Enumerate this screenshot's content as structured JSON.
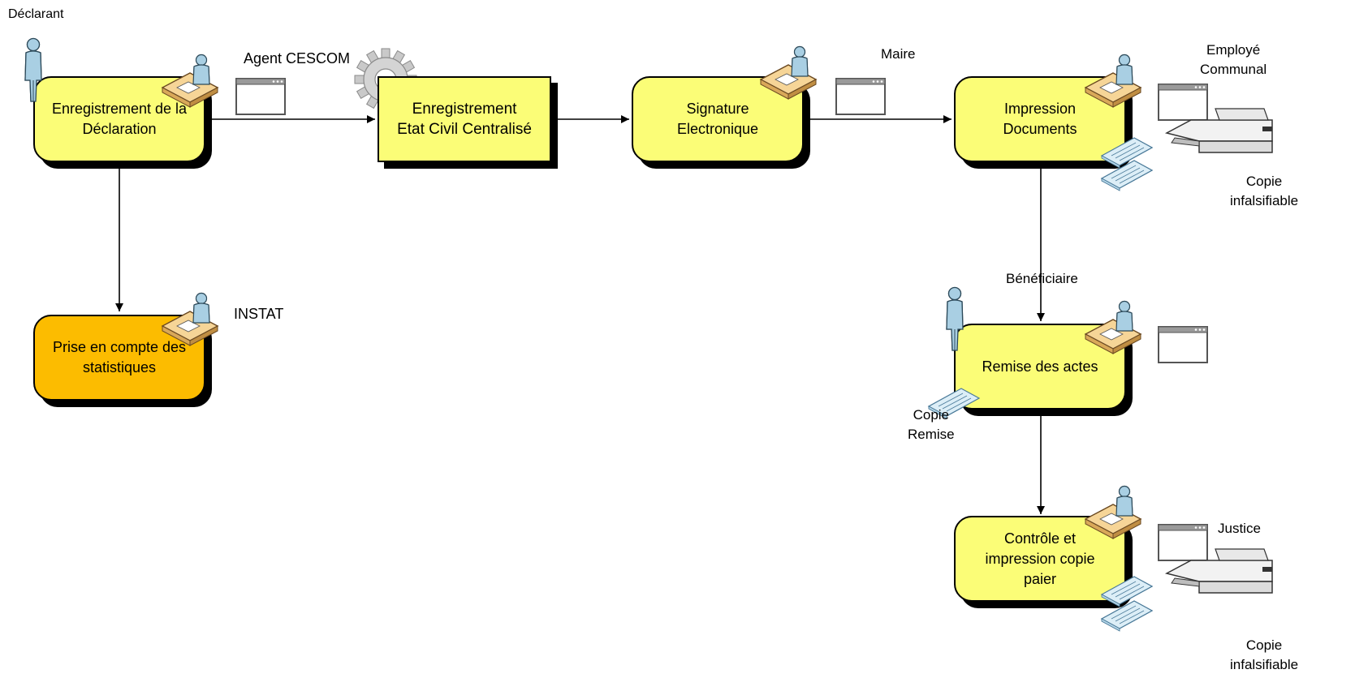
{
  "colors": {
    "process": "#fbfd77",
    "process_highlight": "#fcbc00",
    "person": "#a9cfe3",
    "desk": "#f6d597",
    "gear": "#c9c9c9",
    "paper": "#dceef7"
  },
  "actors": {
    "declarant": "Déclarant",
    "agent": "Agent CESCOM",
    "instat": "INSTAT",
    "maire": "Maire",
    "employe": "Employé\nCommunal",
    "beneficiaire": "Bénéficiaire",
    "justice": "Justice"
  },
  "nodes": {
    "enregistrement_declaration": "Enregistrement de la\nDéclaration",
    "etat_civil": "Enregistrement\nEtat Civil Centralisé",
    "signature": "Signature\nElectronique",
    "impression": "Impression\nDocuments",
    "statistiques": "Prise en compte des\nstatistiques",
    "remise": "Remise des actes",
    "controle": "Contrôle et\nimpression copie\npaier"
  },
  "documents": {
    "copie_infalsifiable_1": "Copie\ninfalsifiable",
    "copie_remise": "Copie\nRemise",
    "copie_infalsifiable_2": "Copie\ninfalsifiable"
  },
  "icons": [
    "person-icon",
    "workstation-icon",
    "window-icon",
    "gear-icon",
    "printer-icon",
    "document-icon"
  ]
}
